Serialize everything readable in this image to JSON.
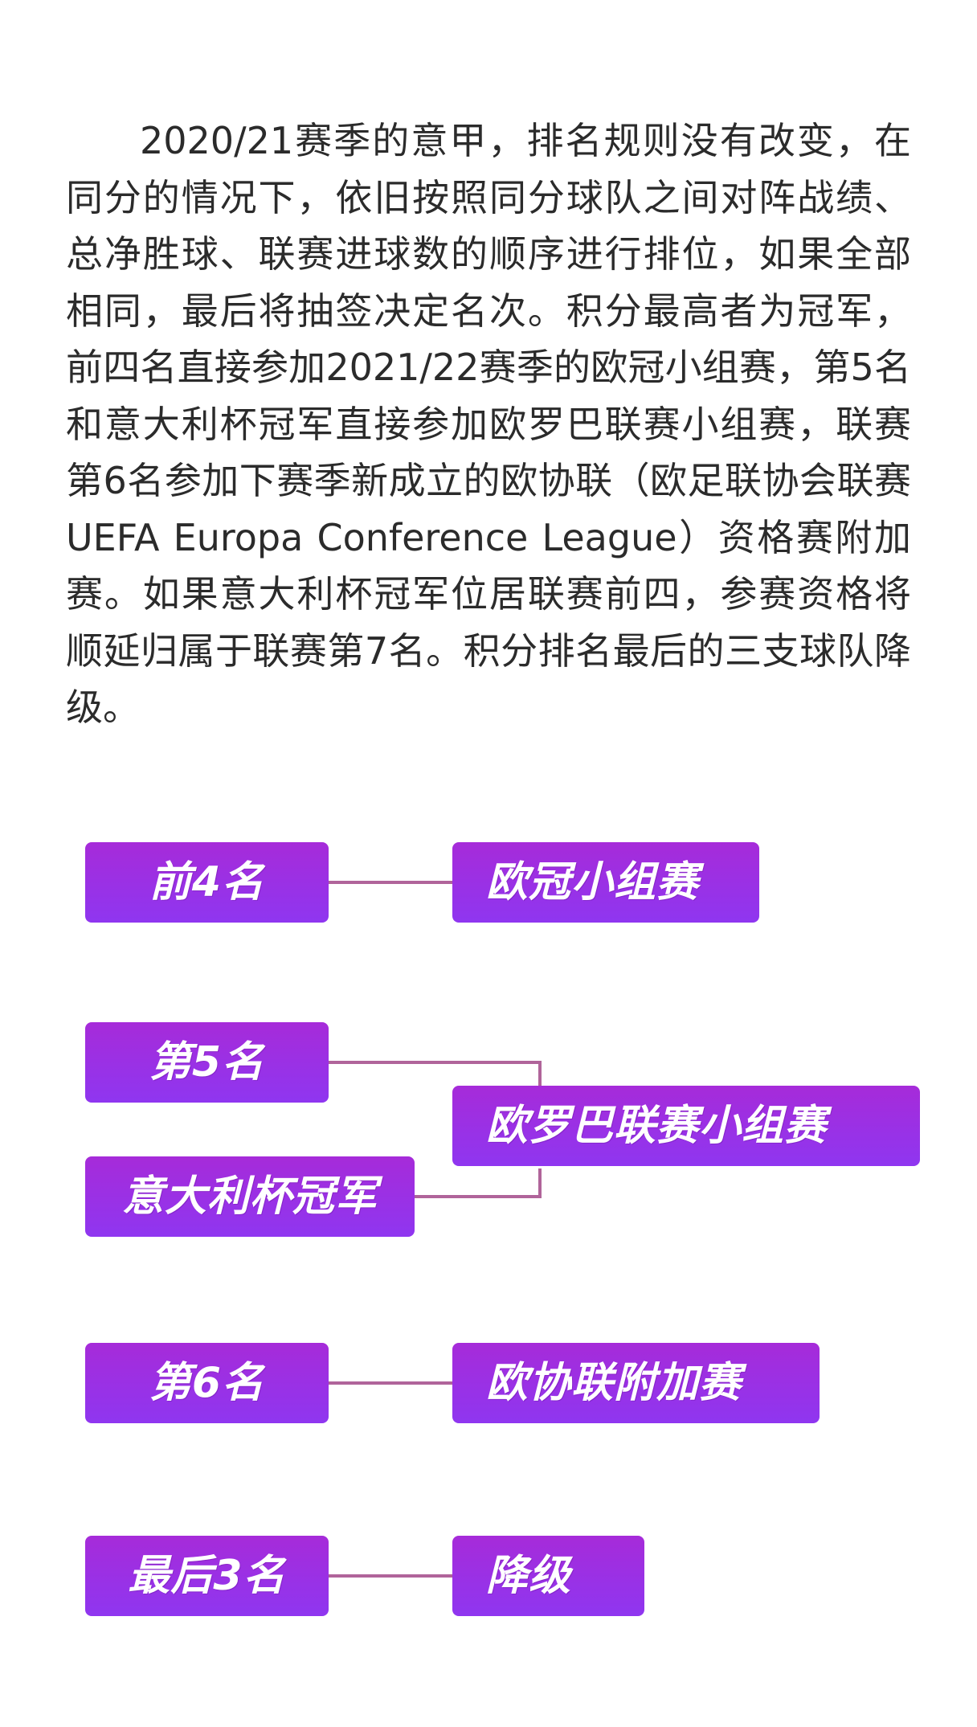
{
  "intro_text": "2020/21赛季的意甲，排名规则没有改变，在同分的情况下，依旧按照同分球队之间对阵战绩、总净胜球、联赛进球数的顺序进行排位，如果全部相同，最后将抽签决定名次。积分最高者为冠军，前四名直接参加2021/22赛季的欧冠小组赛，第5名和意大利杯冠军直接参加欧罗巴联赛小组赛，联赛第6名参加下赛季新成立的欧协联（欧足联协会联赛 UEFA Europa Conference League）资格赛附加赛。如果意大利杯冠军位居联赛前四，参赛资格将顺延归属于联赛第7名。积分排名最后的三支球队降级。",
  "diagram": {
    "rows": [
      {
        "source": [
          "前4名"
        ],
        "target": "欧冠小组赛"
      },
      {
        "source": [
          "第5名",
          "意大利杯冠军"
        ],
        "target": "欧罗巴联赛小组赛"
      },
      {
        "source": [
          "第6名"
        ],
        "target": "欧协联附加赛"
      },
      {
        "source": [
          "最后3名"
        ],
        "target": "降级"
      }
    ]
  },
  "colors": {
    "pill_top": "#a62bd9",
    "pill_bottom": "#8f36f0",
    "connector": "#b0649a",
    "text": "#2b2b2b"
  }
}
